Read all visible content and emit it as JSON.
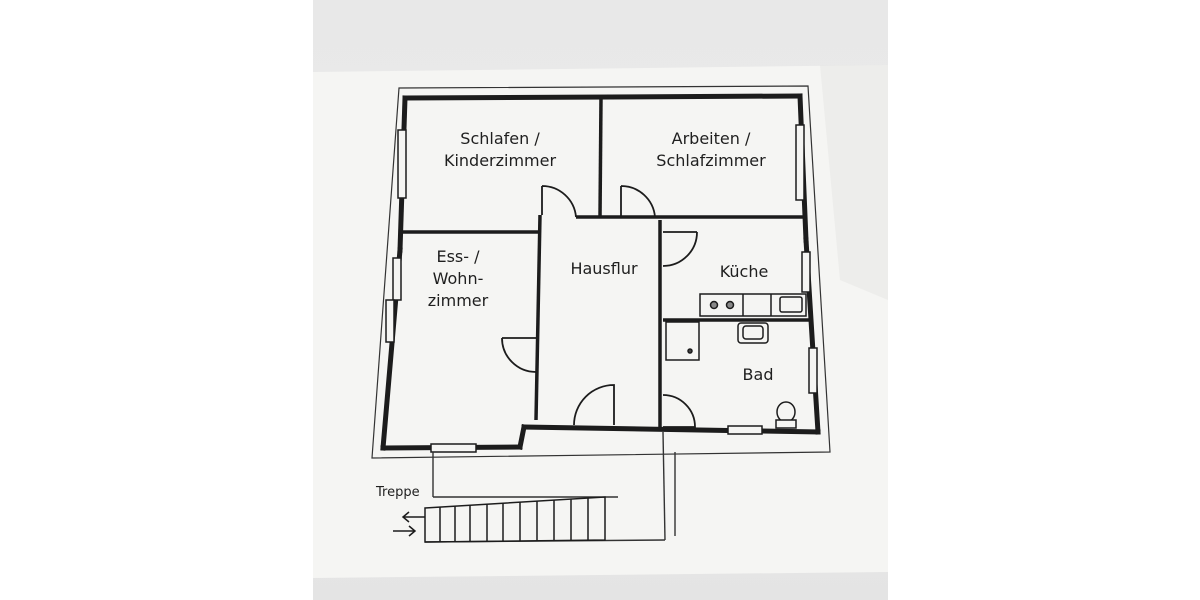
{
  "rooms": {
    "schlafen": {
      "line1": "Schlafen /",
      "line2": "Kinderzimmer"
    },
    "arbeiten": {
      "line1": "Arbeiten /",
      "line2": "Schlafzimmer"
    },
    "ess": {
      "line1": "Ess- /",
      "line2": "Wohn-",
      "line3": "zimmer"
    },
    "hausflur": "Hausflur",
    "kueche": "Küche",
    "bad": "Bad"
  },
  "stairs_label": "Treppe",
  "colors": {
    "wall": "#1c1c1c",
    "paper": "#f6f6f4",
    "line": "#2a2a2a"
  }
}
